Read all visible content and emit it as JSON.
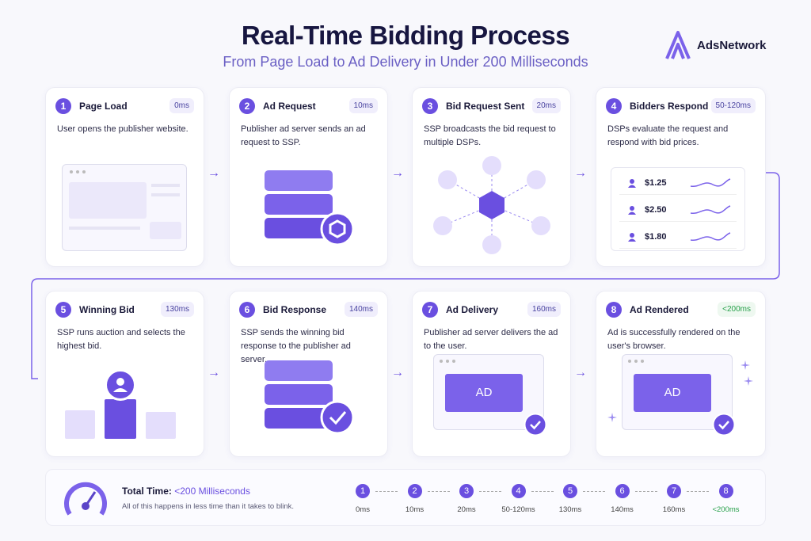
{
  "header": {
    "title": "Real-Time Bidding Process",
    "subtitle": "From Page Load to Ad Delivery in Under 200 Milliseconds",
    "logo": "AdsNetwork"
  },
  "colors": {
    "accent": "#6a4fe0",
    "green": "#27a04a"
  },
  "steps": [
    {
      "num": "1",
      "title": "Page Load",
      "time": "0ms",
      "desc": "User opens the publisher website."
    },
    {
      "num": "2",
      "title": "Ad Request",
      "time": "10ms",
      "desc": "Publisher ad server sends an ad request to SSP."
    },
    {
      "num": "3",
      "title": "Bid Request Sent",
      "time": "20ms",
      "desc": "SSP broadcasts the bid request to multiple DSPs."
    },
    {
      "num": "4",
      "title": "Bidders Respond",
      "time": "50-120ms",
      "desc": "DSPs evaluate the request and respond with bid prices."
    },
    {
      "num": "5",
      "title": "Winning Bid",
      "time": "130ms",
      "desc": "SSP runs auction and selects the highest bid."
    },
    {
      "num": "6",
      "title": "Bid Response",
      "time": "140ms",
      "desc": "SSP sends the winning bid response to the publisher ad server."
    },
    {
      "num": "7",
      "title": "Ad Delivery",
      "time": "160ms",
      "desc": "Publisher ad server delivers the ad to the user."
    },
    {
      "num": "8",
      "title": "Ad Rendered",
      "time": "<200ms",
      "desc": "Ad is successfully rendered on the user's browser."
    }
  ],
  "bids": [
    "$1.25",
    "$2.50",
    "$1.80"
  ],
  "ad_label": "AD",
  "summary": {
    "label": "Total Time:",
    "value": "<200 Milliseconds",
    "note": "All of this happens in less time than it takes to blink."
  }
}
